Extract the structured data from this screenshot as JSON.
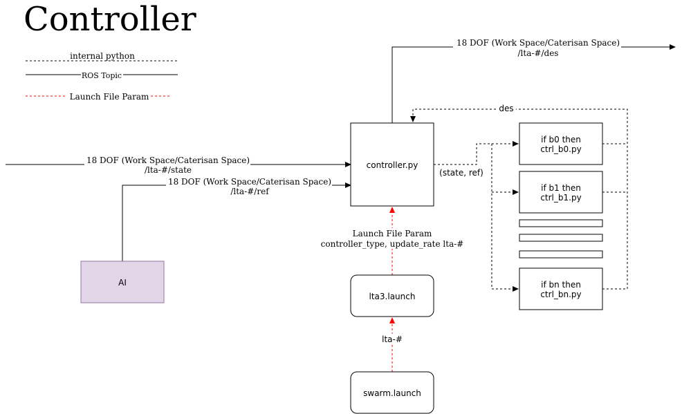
{
  "title": "Controller",
  "legend": {
    "internal_python": "internal python",
    "ros_topic": "ROS Topic",
    "launch_param": "Launch File Param"
  },
  "nodes": {
    "controller": "controller.py",
    "ai": "AI",
    "lta3": "lta3.launch",
    "swarm": "swarm.launch",
    "b0_line1": "if b0 then",
    "b0_line2": "ctrl_b0.py",
    "b1_line1": "if b1 then",
    "b1_line2": "ctrl_b1.py",
    "bn_line1": "if bn then",
    "bn_line2": "ctrl_bn.py"
  },
  "edges": {
    "state_line1": "18 DOF (Work Space/Caterisan Space)",
    "state_line2": "/lta-#/state",
    "ref_line1": "18 DOF (Work Space/Caterisan Space)",
    "ref_line2": "/lta-#/ref",
    "des_line1": "18 DOF (Work Space/Caterisan Space)",
    "des_line2": "/lta-#/des",
    "des_loop": "des",
    "state_ref": "(state, ref)",
    "launch_param_line1": "Launch File Param",
    "launch_param_line2": "controller_type, update_rate lta-#",
    "lta_arg": "lta-#"
  },
  "colors": {
    "ai_fill": "#e1d5e7",
    "ai_stroke": "#9673a6",
    "launch_param": "#ff0000",
    "line": "#000000"
  }
}
